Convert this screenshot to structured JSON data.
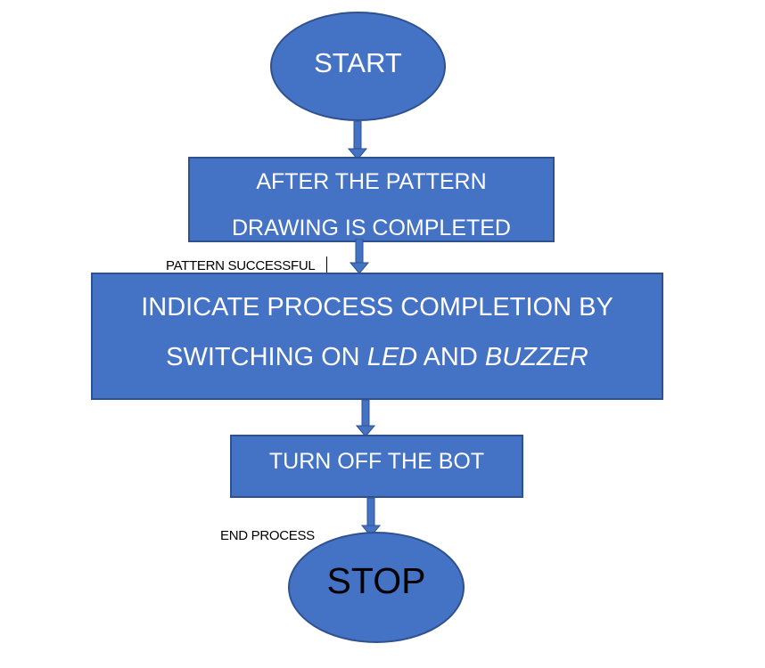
{
  "colors": {
    "fill": "#4472c4",
    "border": "#2f528f",
    "node_text": "#ffffff",
    "stop_text": "#000000",
    "label_text": "#000000"
  },
  "nodes": {
    "start": "START",
    "after_pattern": [
      "AFTER THE PATTERN",
      "DRAWING IS COMPLETED"
    ],
    "indicate": {
      "line1": "INDICATE PROCESS COMPLETION BY",
      "line2_a": "SWITCHING ON ",
      "line2_led": "LED",
      "line2_b": " AND ",
      "line2_buzzer": "BUZZER"
    },
    "turn_off": "TURN OFF THE BOT",
    "stop": "STOP"
  },
  "edge_labels": {
    "pattern_successful": "PATTERN SUCCESSFUL",
    "end_process": "END PROCESS"
  }
}
